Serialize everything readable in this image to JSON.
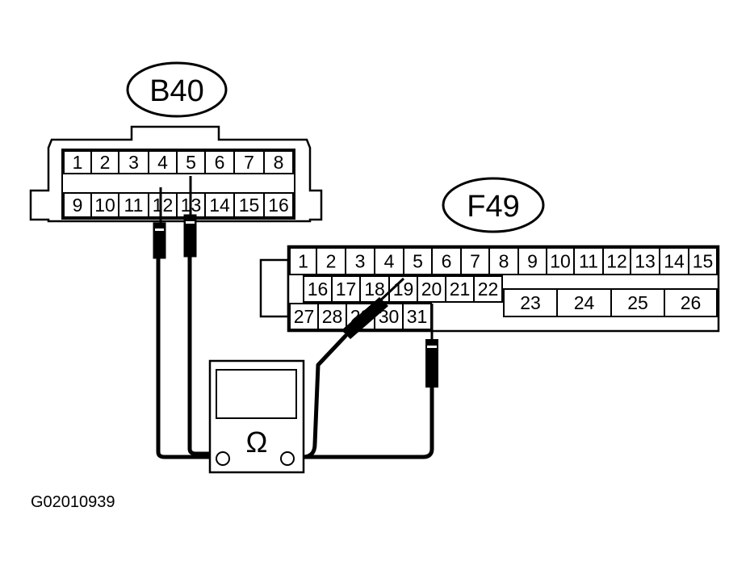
{
  "connectors": {
    "b40": {
      "name": "B40",
      "row1": [
        "1",
        "2",
        "3",
        "4",
        "5",
        "6",
        "7",
        "8"
      ],
      "row2": [
        "9",
        "10",
        "11",
        "12",
        "13",
        "14",
        "15",
        "16"
      ]
    },
    "f49": {
      "name": "F49",
      "row1": [
        "1",
        "2",
        "3",
        "4",
        "5",
        "6",
        "7",
        "8",
        "9",
        "10",
        "11",
        "12",
        "13",
        "14",
        "15"
      ],
      "row2": [
        "16",
        "17",
        "18",
        "19",
        "20",
        "21",
        "22"
      ],
      "row2_large": [
        "23",
        "24",
        "25",
        "26"
      ],
      "row3": [
        "27",
        "28",
        "29",
        "30",
        "31"
      ]
    }
  },
  "meter": {
    "symbol": "Ω"
  },
  "figure_code": "G02010939"
}
